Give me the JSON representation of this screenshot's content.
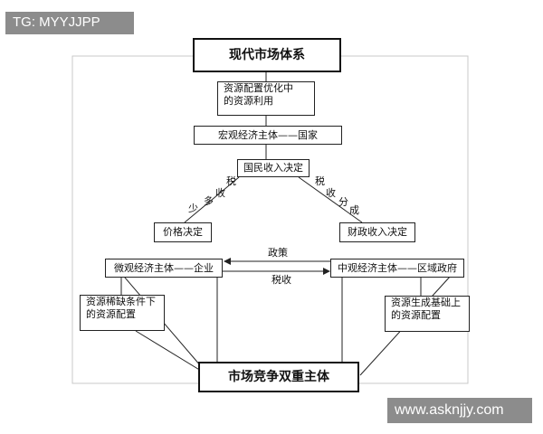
{
  "watermarks": {
    "top_left": "TG: MYYJJPP",
    "bottom_right": "www.asknjjy.com"
  },
  "nodes": {
    "modern_market_system": "现代市场体系",
    "resource_optimization": [
      "资源配置优化中",
      "的资源利用"
    ],
    "macro_subject": "宏观经济主体——国家",
    "national_income": "国民收入决定",
    "price": "价格决定",
    "fiscal_income": "财政收入决定",
    "micro_subject": "微观经济主体——企业",
    "meso_subject": "中观经济主体——区域政府",
    "scarce_resources": [
      "资源稀缺条件下",
      "的资源配置"
    ],
    "resource_generation": [
      "资源生成基础上",
      "的资源配置"
    ],
    "dual_subject": "市场竞争双重主体"
  },
  "edge_labels": {
    "tax": "税",
    "less": "少",
    "more": "多",
    "collect_left": "收",
    "collect_right": "收",
    "divide": "分",
    "become": "成",
    "policy": "政策",
    "tax_revenue": "税收"
  }
}
